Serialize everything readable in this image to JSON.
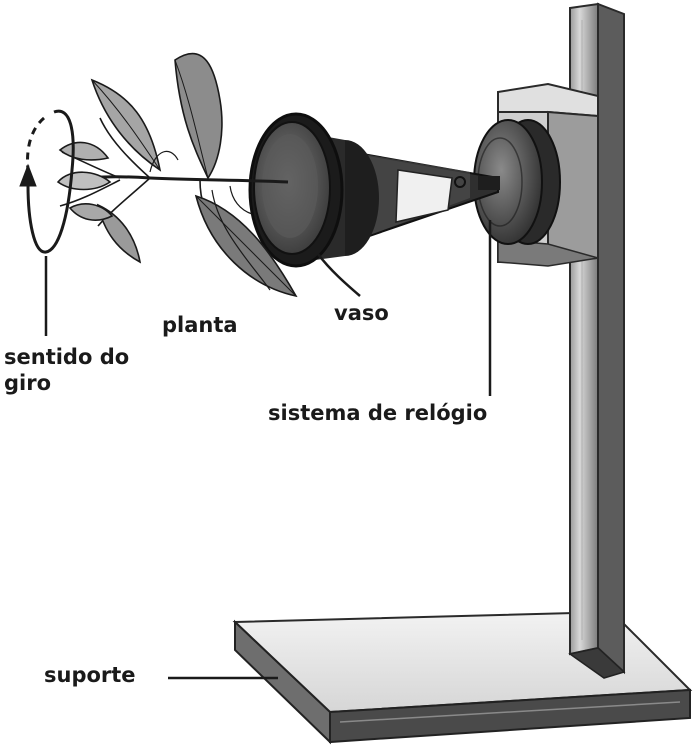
{
  "labels": {
    "spin_direction": "sentido do giro",
    "plant": "planta",
    "pot": "vaso",
    "clock_system": "sistema de relógio",
    "support": "suporte"
  },
  "colors": {
    "ink": "#1a1a1a",
    "wood_light": "#e4e4e4",
    "wood_mid": "#bdbdbd",
    "wood_dark": "#7a7a7a",
    "pot": "#2b2b2b",
    "leaf": "#8c8c8c"
  }
}
